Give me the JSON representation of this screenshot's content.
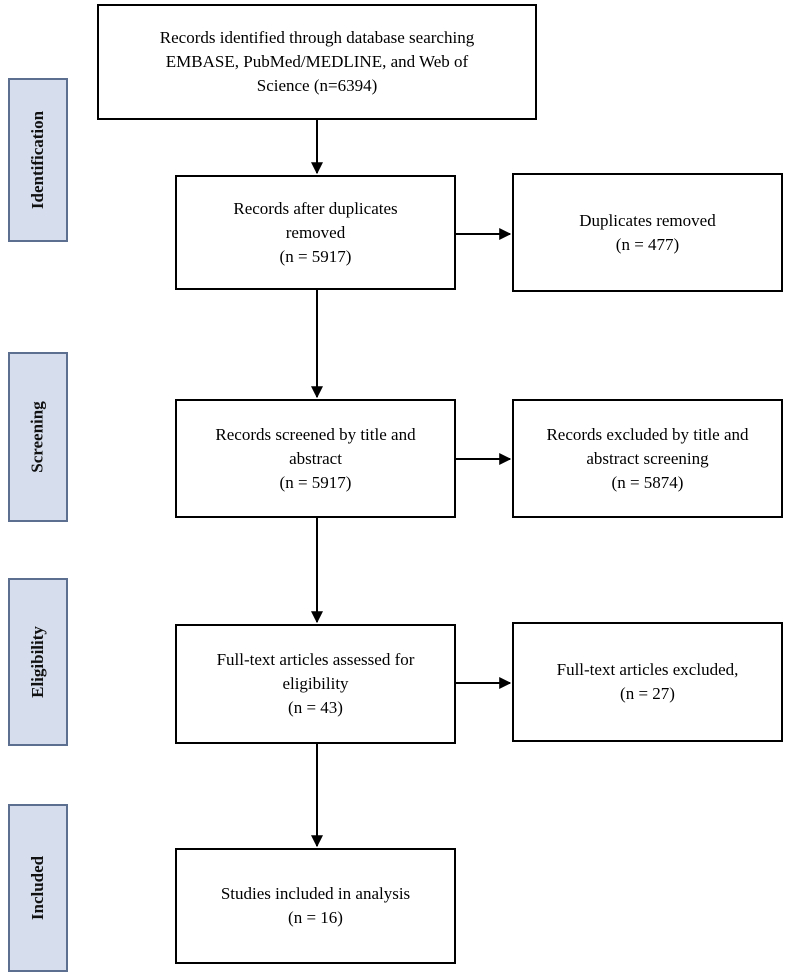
{
  "stages": [
    {
      "id": "identification",
      "label": "Identification"
    },
    {
      "id": "screening",
      "label": "Screening"
    },
    {
      "id": "eligibility",
      "label": "Eligibility"
    },
    {
      "id": "included",
      "label": "Included"
    }
  ],
  "boxes": {
    "identified": {
      "lines": [
        "Records identified through database searching",
        "EMBASE, PubMed/MEDLINE, and Web of",
        "Science (n=6394)"
      ]
    },
    "after_duplicates": {
      "lines": [
        "Records after duplicates",
        "removed",
        "(n = 5917)"
      ]
    },
    "duplicates_removed": {
      "lines": [
        "Duplicates removed",
        "(n = 477)"
      ]
    },
    "screened": {
      "lines": [
        "Records screened by title and",
        "abstract",
        "(n = 5917)"
      ]
    },
    "excluded_screening": {
      "lines": [
        "Records excluded by title and",
        "abstract screening",
        "(n = 5874)"
      ]
    },
    "fulltext_assessed": {
      "lines": [
        "Full-text articles assessed for",
        "eligibility",
        "(n = 43)"
      ]
    },
    "fulltext_excluded": {
      "lines": [
        "Full-text articles excluded,",
        "(n = 27)"
      ]
    },
    "included": {
      "lines": [
        "Studies included in analysis",
        "(n = 16)"
      ]
    }
  }
}
